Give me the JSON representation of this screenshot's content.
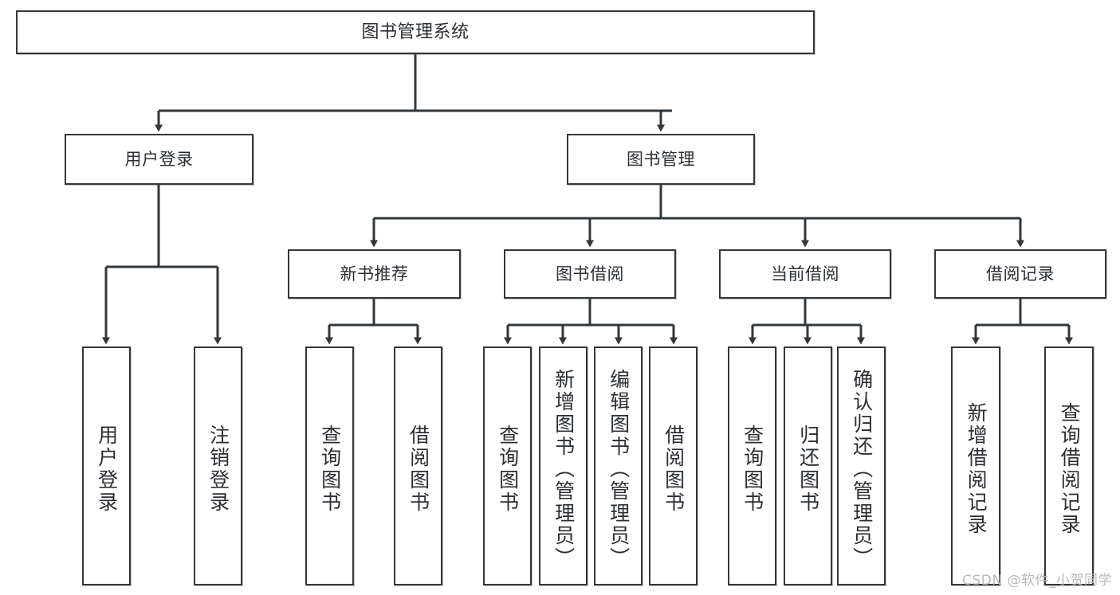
{
  "diagram": {
    "type": "hierarchy-tree",
    "title": "图书管理系统",
    "levels": 4,
    "colors": {
      "box_border": "#32373b",
      "box_fill": "#ffffff",
      "edge": "#32373b",
      "text": "#2b2f33",
      "watermark": "#b9b9b9"
    }
  },
  "root": {
    "label": "图书管理系统"
  },
  "level2": [
    {
      "id": "user-login",
      "label": "用户登录"
    },
    {
      "id": "book-manage",
      "label": "图书管理"
    }
  ],
  "level3": [
    {
      "id": "new-book-rec",
      "label": "新书推荐"
    },
    {
      "id": "book-borrow",
      "label": "图书借阅"
    },
    {
      "id": "current-borrow",
      "label": "当前借阅"
    },
    {
      "id": "borrow-record",
      "label": "借阅记录"
    }
  ],
  "leaves": {
    "user_login": [
      {
        "id": "leaf-user-login",
        "label": "用户登录"
      },
      {
        "id": "leaf-logout",
        "label": "注销登录"
      }
    ],
    "new_book_rec": [
      {
        "id": "leaf-query-book-1",
        "label": "查询图书"
      },
      {
        "id": "leaf-borrow-book-1",
        "label": "借阅图书"
      }
    ],
    "book_borrow": [
      {
        "id": "leaf-query-book-2",
        "label": "查询图书"
      },
      {
        "id": "leaf-add-book",
        "label": "新增图书（管理员）"
      },
      {
        "id": "leaf-edit-book",
        "label": "编辑图书（管理员）"
      },
      {
        "id": "leaf-borrow-book-2",
        "label": "借阅图书"
      }
    ],
    "current_borrow": [
      {
        "id": "leaf-query-book-3",
        "label": "查询图书"
      },
      {
        "id": "leaf-return-book",
        "label": "归还图书"
      },
      {
        "id": "leaf-confirm-return",
        "label": "确认归还（管理员）"
      }
    ],
    "borrow_record": [
      {
        "id": "leaf-add-record",
        "label": "新增借阅记录"
      },
      {
        "id": "leaf-query-record",
        "label": "查询借阅记录"
      }
    ]
  },
  "watermark": {
    "text": "CSDN @软件_小贺同学"
  }
}
